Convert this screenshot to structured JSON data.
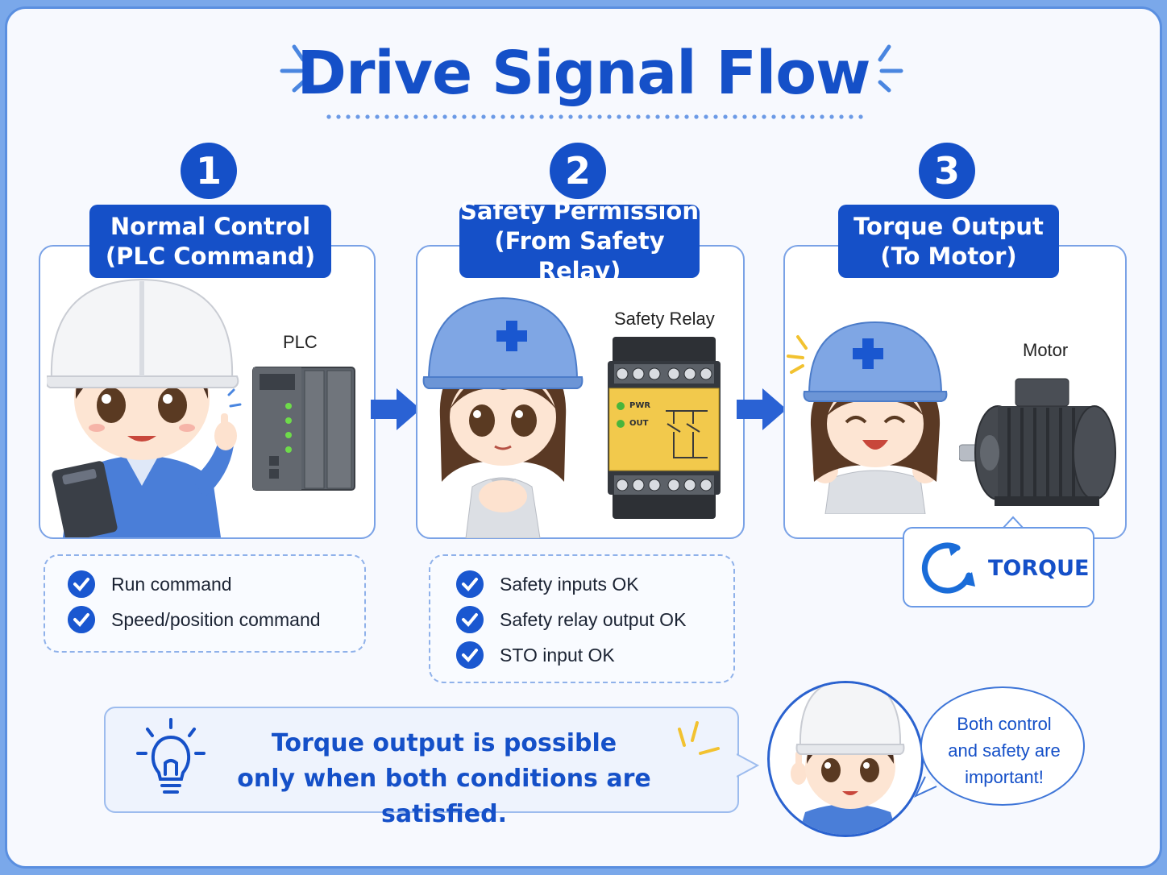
{
  "title": "Drive Signal Flow",
  "colors": {
    "primary": "#1550c8",
    "accent_yellow": "#f2c94c",
    "frame": "#7aa8ea"
  },
  "steps": [
    {
      "number": "1",
      "heading_line1": "Normal Control",
      "heading_line2": "(PLC Command)",
      "device_label": "PLC",
      "checks": [
        "Run command",
        "Speed/position command"
      ]
    },
    {
      "number": "2",
      "heading_line1": "Safety Permission",
      "heading_line2": "(From Safety Relay)",
      "device_label": "Safety Relay",
      "relay_led1": "PWR",
      "relay_led2": "OUT",
      "checks": [
        "Safety inputs OK",
        "Safety relay output OK",
        "STO input OK"
      ]
    },
    {
      "number": "3",
      "heading_line1": "Torque Output",
      "heading_line2": "(To Motor)",
      "device_label": "Motor",
      "tag": "TORQUE"
    }
  ],
  "note": {
    "line1": "Torque output is possible",
    "line2": "only when both conditions are satisfied."
  },
  "bubble": {
    "line1": "Both control",
    "line2": "and safety are",
    "line3": "important!"
  },
  "icons": [
    "check-icon",
    "arrow-right-icon",
    "rotate-icon",
    "lightbulb-icon",
    "helmet-cross-icon"
  ]
}
